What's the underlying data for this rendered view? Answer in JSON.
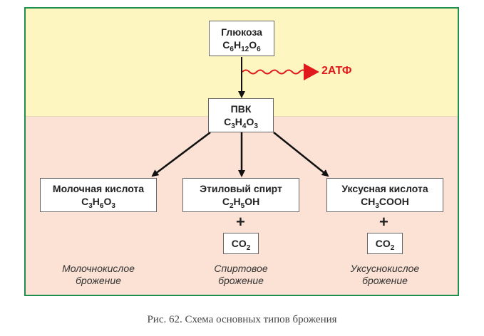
{
  "nodes": {
    "glucose": {
      "name": "Глюкоза",
      "formula": "C6H12O6"
    },
    "pvk": {
      "name": "ПВК",
      "formula": "C3H4O3"
    },
    "lactic": {
      "name": "Молочная кислота",
      "formula": "C3H6O3"
    },
    "ethanol": {
      "name": "Этиловый спирт",
      "formula": "C2H5OH"
    },
    "acetic": {
      "name": "Уксусная кислота",
      "formula": "CH3COOH"
    },
    "co2_ethanol": {
      "formula": "CO2"
    },
    "co2_acetic": {
      "formula": "CO2"
    }
  },
  "energy": {
    "label": "2АТФ"
  },
  "plus_sign": "+",
  "fermentation_types": {
    "lactic": {
      "line1": "Молочнокислое",
      "line2": "брожение"
    },
    "alcoholic": {
      "line1": "Спиртовое",
      "line2": "брожение"
    },
    "acetic": {
      "line1": "Уксуснокислое",
      "line2": "брожение"
    }
  },
  "caption": "Рис. 62. Схема основных типов брожения",
  "colors": {
    "frame": "#1f8f4e",
    "top_band": "#fdf6c0",
    "bottom_band": "#fbe2d5",
    "atf_arrow": "#e0191c"
  }
}
